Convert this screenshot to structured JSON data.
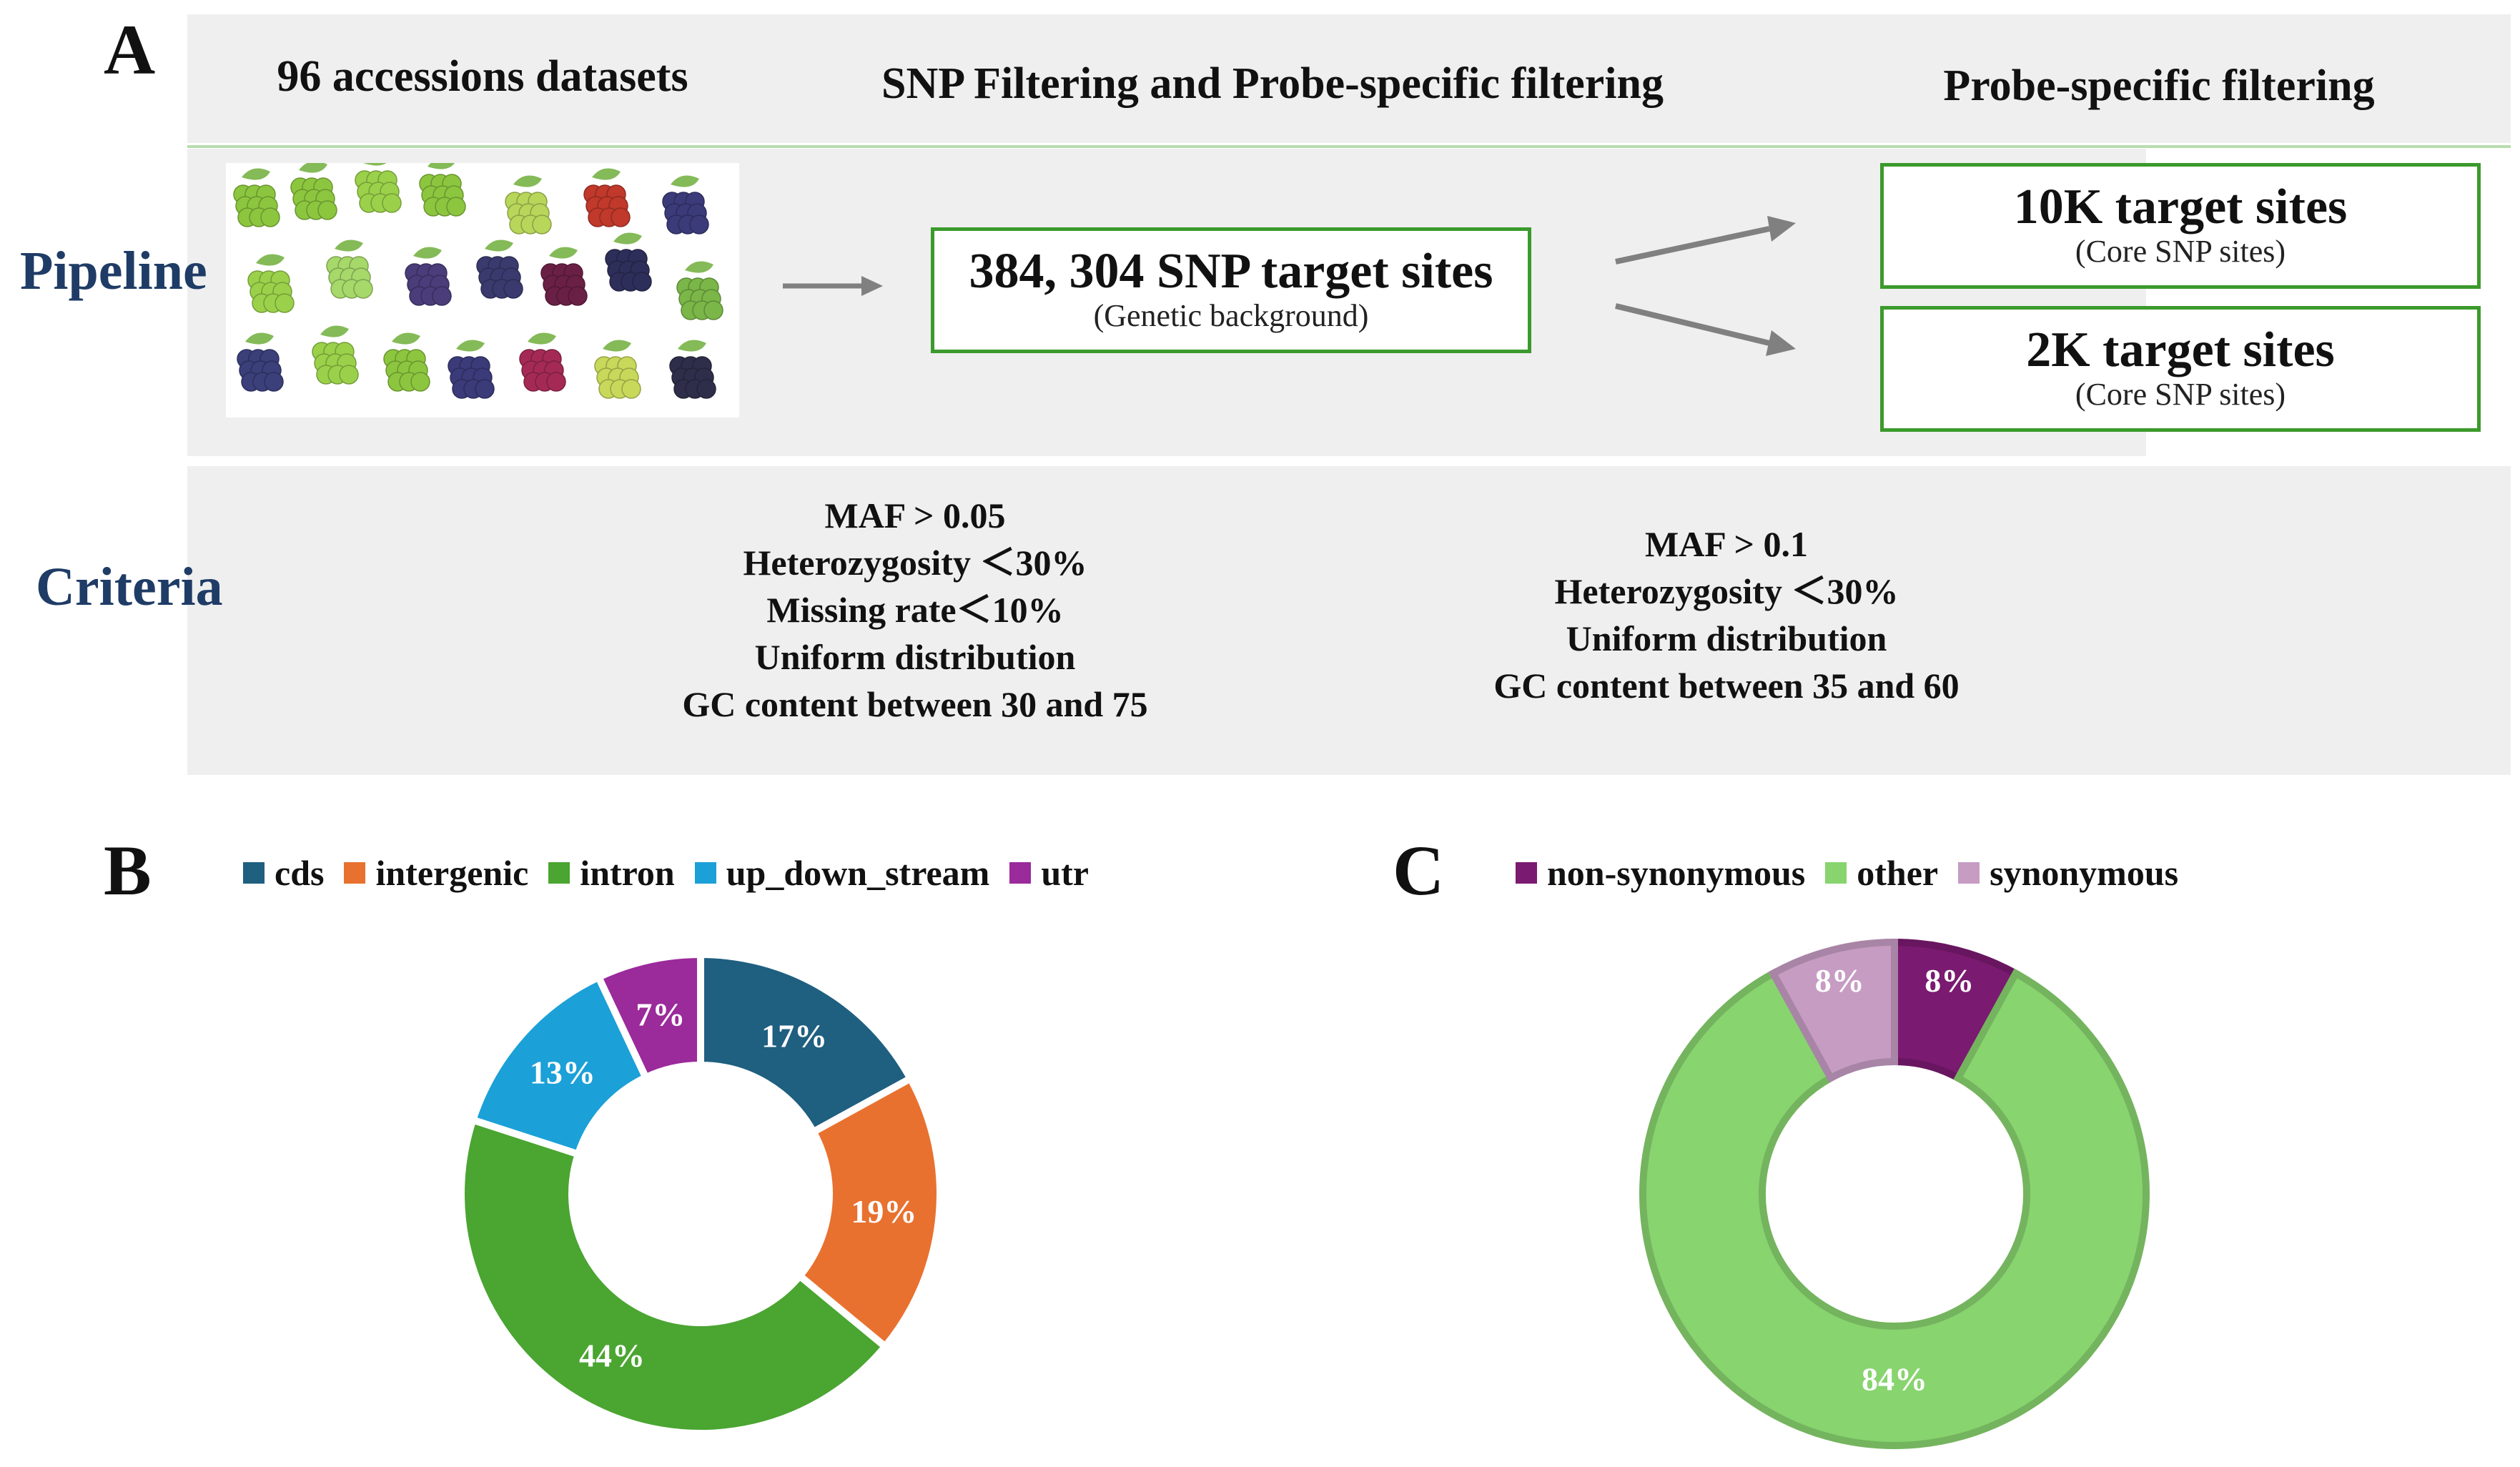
{
  "panel_a": {
    "letter": "A",
    "col_heads": {
      "accessions": "96 accessions datasets",
      "snp_filtering": "SNP Filtering and Probe-specific filtering",
      "probe_filtering": "Probe-specific filtering"
    },
    "pipeline_label": "Pipeline",
    "criteria_label": "Criteria",
    "photo_icon": "grape-collage-image",
    "main_box": {
      "title": "384, 304 SNP target sites",
      "subtitle": "(Genetic background)"
    },
    "box_10k": {
      "title": "10K target sites",
      "subtitle": "(Core SNP sites)"
    },
    "box_2k": {
      "title": "2K target sites",
      "subtitle": "(Core SNP sites)"
    },
    "criteria_left": [
      "MAF > 0.05",
      "Heterozygosity ＜30%",
      "Missing rate＜10%",
      "Uniform distribution",
      "GC content between 30 and 75"
    ],
    "criteria_right": [
      "MAF > 0.1",
      "Heterozygosity ＜30%",
      "Uniform distribution",
      "GC content between 35 and 60"
    ],
    "colors": {
      "band": "#efefef",
      "box_border": "#3b9a2c",
      "label_blue": "#1f3c66",
      "arrow": "#808080"
    }
  },
  "panel_b": {
    "letter": "B",
    "chart_data": {
      "type": "pie",
      "donut": true,
      "legend_position": "top",
      "categories": [
        "cds",
        "intergenic",
        "intron",
        "up_down_stream",
        "utr"
      ],
      "values": [
        17,
        19,
        44,
        13,
        7
      ],
      "labels": [
        "17%",
        "19%",
        "44%",
        "13%",
        "7%"
      ],
      "colors": [
        "#1f5f80",
        "#e8712f",
        "#4aa531",
        "#1ba0d8",
        "#9b2a9b"
      ]
    }
  },
  "panel_c": {
    "letter": "C",
    "chart_data": {
      "type": "pie",
      "donut": true,
      "legend_position": "top",
      "categories": [
        "non-synonymous",
        "other",
        "synonymous"
      ],
      "values": [
        8,
        84,
        8
      ],
      "labels": [
        "8%",
        "84%",
        "8%"
      ],
      "colors": [
        "#7a1a70",
        "#88d46f",
        "#c69cc3"
      ]
    }
  }
}
